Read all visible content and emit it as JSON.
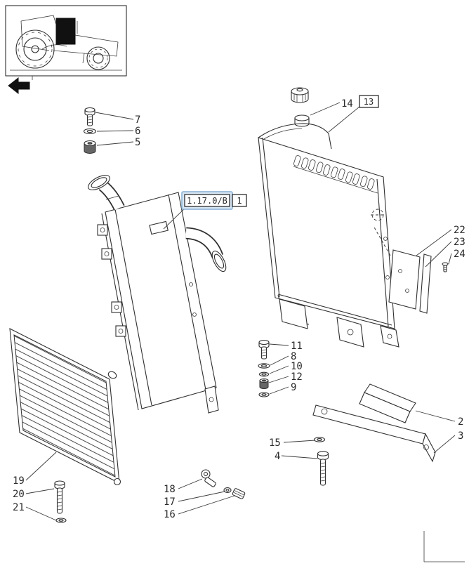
{
  "page": {
    "kind": "exploded-parts-diagram"
  },
  "references": {
    "sheet_code": "1.17.0/B",
    "sheet_item": "1",
    "linked_sheet": "13"
  },
  "callouts": {
    "c2": "2",
    "c3": "3",
    "c4": "4",
    "c5": "5",
    "c6": "6",
    "c7": "7",
    "c8": "8",
    "c9": "9",
    "c10": "10",
    "c11": "11",
    "c12": "12",
    "c14": "14",
    "c15": "15",
    "c16": "16",
    "c17": "17",
    "c18": "18",
    "c19": "19",
    "c20": "20",
    "c21": "21",
    "c22": "22",
    "c23": "23",
    "c24": "24"
  },
  "colors": {
    "line": "#2f2f2f",
    "paper": "#ffffff",
    "highlight_bg": "#d9e7f4",
    "highlight_border": "#85aed3",
    "highlighted_part": "#111111"
  },
  "icons": {
    "continuation_arrow": "black left-pointing block arrow"
  }
}
